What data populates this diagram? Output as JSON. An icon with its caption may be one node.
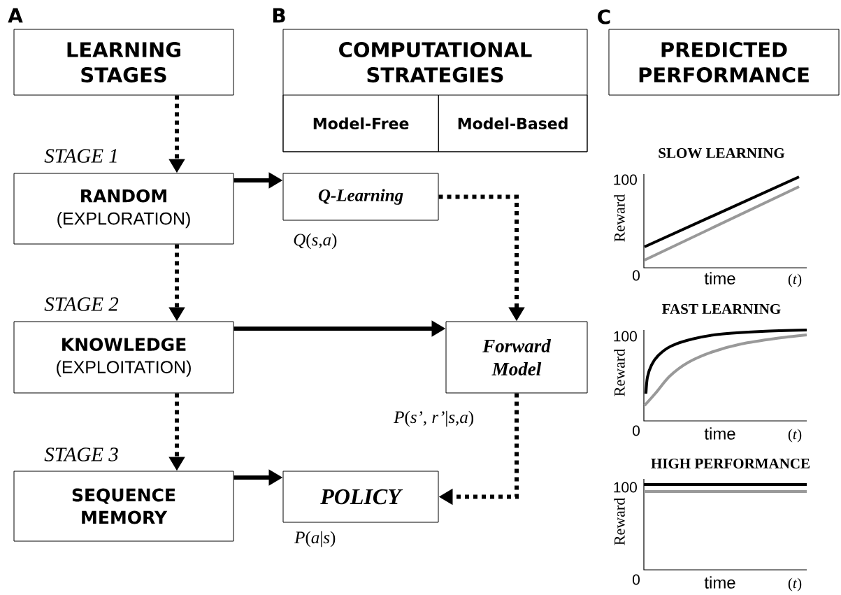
{
  "diagram": {
    "nodes": [
      {
        "text": [
          "LEARNING STAGES"
        ]
      },
      {
        "text": [
          "COMPUTATIONAL STRATEGIES"
        ]
      },
      {
        "text": [
          "Model-Free"
        ],
        "in": 1
      },
      {
        "text": [
          "Model-Based"
        ],
        "in": 1
      },
      {
        "text": [
          "PREDICTED PERFORMANCE"
        ]
      },
      {
        "text": [
          "RANDOM",
          "(EXPLORATION)"
        ],
        "beside": [
          "STAGE 1"
        ]
      },
      {
        "text": [
          "Q-Learning"
        ],
        "beside": [
          "*Q*(*s*,*a*)"
        ]
      },
      {
        "text": [
          "KNOWLEDGE",
          "(EXPLOITATION)"
        ],
        "beside": [
          "STAGE 2"
        ]
      },
      {
        "text": [
          "Forward Model"
        ],
        "beside": [
          "*P*(*s’*, *r’*|*s*,*a*)"
        ]
      },
      {
        "text": [
          "SEQUENCE MEMORY"
        ],
        "beside": [
          "STAGE 3"
        ]
      },
      {
        "text": [
          "POLICY"
        ],
        "beside": [
          "*P*(*a*|*s*)"
        ]
      }
    ],
    "edges": [
      {
        "from": 0,
        "to": 5,
        "arrow": "to",
        "style": "dashed"
      },
      {
        "from": 5,
        "to": 7,
        "arrow": "to",
        "style": "dashed"
      },
      {
        "from": 7,
        "to": 9,
        "arrow": "to",
        "style": "dashed"
      },
      {
        "from": 5,
        "to": 6,
        "arrow": "to"
      },
      {
        "from": 7,
        "to": 8,
        "arrow": "to"
      },
      {
        "from": 9,
        "to": 10,
        "arrow": "to"
      },
      {
        "from": 6,
        "to": 8,
        "arrow": "to",
        "style": "dashed"
      },
      {
        "from": 8,
        "to": 10,
        "arrow": "to",
        "style": "dashed"
      }
    ],
    "labels": [
      "A",
      "B",
      "C",
      "SLOW LEARNING",
      "100",
      "Reward",
      "0",
      "time",
      "(*t*)",
      "FAST LEARNING",
      "100",
      "Reward",
      "0",
      "time",
      "(*t*)",
      "HIGH PERFORMANCE",
      "100",
      "Reward",
      "0",
      "time",
      "(*t*)"
    ]
  }
}
